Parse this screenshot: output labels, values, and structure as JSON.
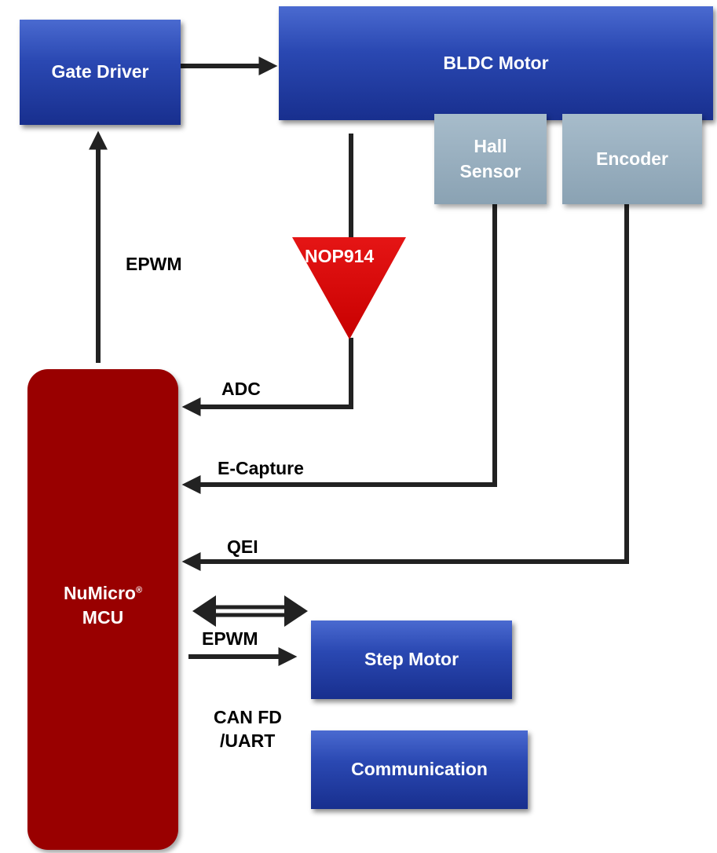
{
  "colors": {
    "block_blue": "#2a48b2",
    "sensor_gray": "#8fa8b8",
    "mcu_red": "#990000",
    "amp_red": "#dd0000",
    "arrow": "#222222"
  },
  "blocks": {
    "gate_driver": "Gate Driver",
    "bldc_motor": "BLDC Motor",
    "hall_sensor_line1": "Hall",
    "hall_sensor_line2": "Sensor",
    "encoder": "Encoder",
    "mcu_line1": "NuMicro",
    "mcu_reg": "®",
    "mcu_line2": "MCU",
    "step_motor": "Step Motor",
    "communication": "Communication"
  },
  "amplifier": {
    "label": "NOP914"
  },
  "signals": {
    "epwm_gate": "EPWM",
    "adc": "ADC",
    "e_capture": "E-Capture",
    "qei": "QEI",
    "epwm_step": "EPWM",
    "can_fd_line1": "CAN FD",
    "can_fd_line2": "/UART"
  }
}
